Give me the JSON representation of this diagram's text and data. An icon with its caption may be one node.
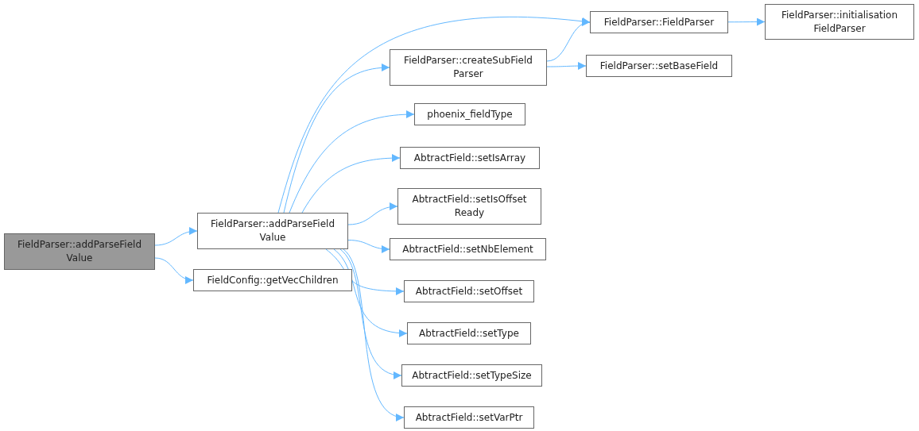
{
  "diagram": {
    "nodes": [
      {
        "text": [
          "FieldParser::addParseField Value"
        ]
      },
      {
        "text": [
          "FieldParser::addParseField Value"
        ]
      },
      {
        "text": [
          "FieldConfig::getVecChildren"
        ]
      },
      {
        "text": [
          "FieldParser::FieldParser"
        ]
      },
      {
        "text": [
          "FieldParser::initialisation FieldParser"
        ]
      },
      {
        "text": [
          "FieldParser::createSubField Parser"
        ]
      },
      {
        "text": [
          "FieldParser::setBaseField"
        ]
      },
      {
        "text": [
          "phoenix_fieldType"
        ]
      },
      {
        "text": [
          "AbtractField::setIsArray"
        ]
      },
      {
        "text": [
          "AbtractField::setIsOffset Ready"
        ]
      },
      {
        "text": [
          "AbtractField::setNbElement"
        ]
      },
      {
        "text": [
          "AbtractField::setOffset"
        ]
      },
      {
        "text": [
          "AbtractField::setType"
        ]
      },
      {
        "text": [
          "AbtractField::setTypeSize"
        ]
      },
      {
        "text": [
          "AbtractField::setVarPtr"
        ]
      }
    ],
    "edges": [
      {
        "from": 0,
        "to": 1,
        "arrow": "to"
      },
      {
        "from": 0,
        "to": 2,
        "arrow": "to"
      },
      {
        "from": 1,
        "to": 3,
        "arrow": "to"
      },
      {
        "from": 1,
        "to": 5,
        "arrow": "to"
      },
      {
        "from": 1,
        "to": 7,
        "arrow": "to"
      },
      {
        "from": 1,
        "to": 8,
        "arrow": "to"
      },
      {
        "from": 1,
        "to": 9,
        "arrow": "to"
      },
      {
        "from": 1,
        "to": 10,
        "arrow": "to"
      },
      {
        "from": 1,
        "to": 11,
        "arrow": "to"
      },
      {
        "from": 1,
        "to": 12,
        "arrow": "to"
      },
      {
        "from": 1,
        "to": 13,
        "arrow": "to"
      },
      {
        "from": 1,
        "to": 14,
        "arrow": "to"
      },
      {
        "from": 5,
        "to": 3,
        "arrow": "to"
      },
      {
        "from": 5,
        "to": 6,
        "arrow": "to"
      },
      {
        "from": 3,
        "to": 4,
        "arrow": "to"
      }
    ]
  }
}
